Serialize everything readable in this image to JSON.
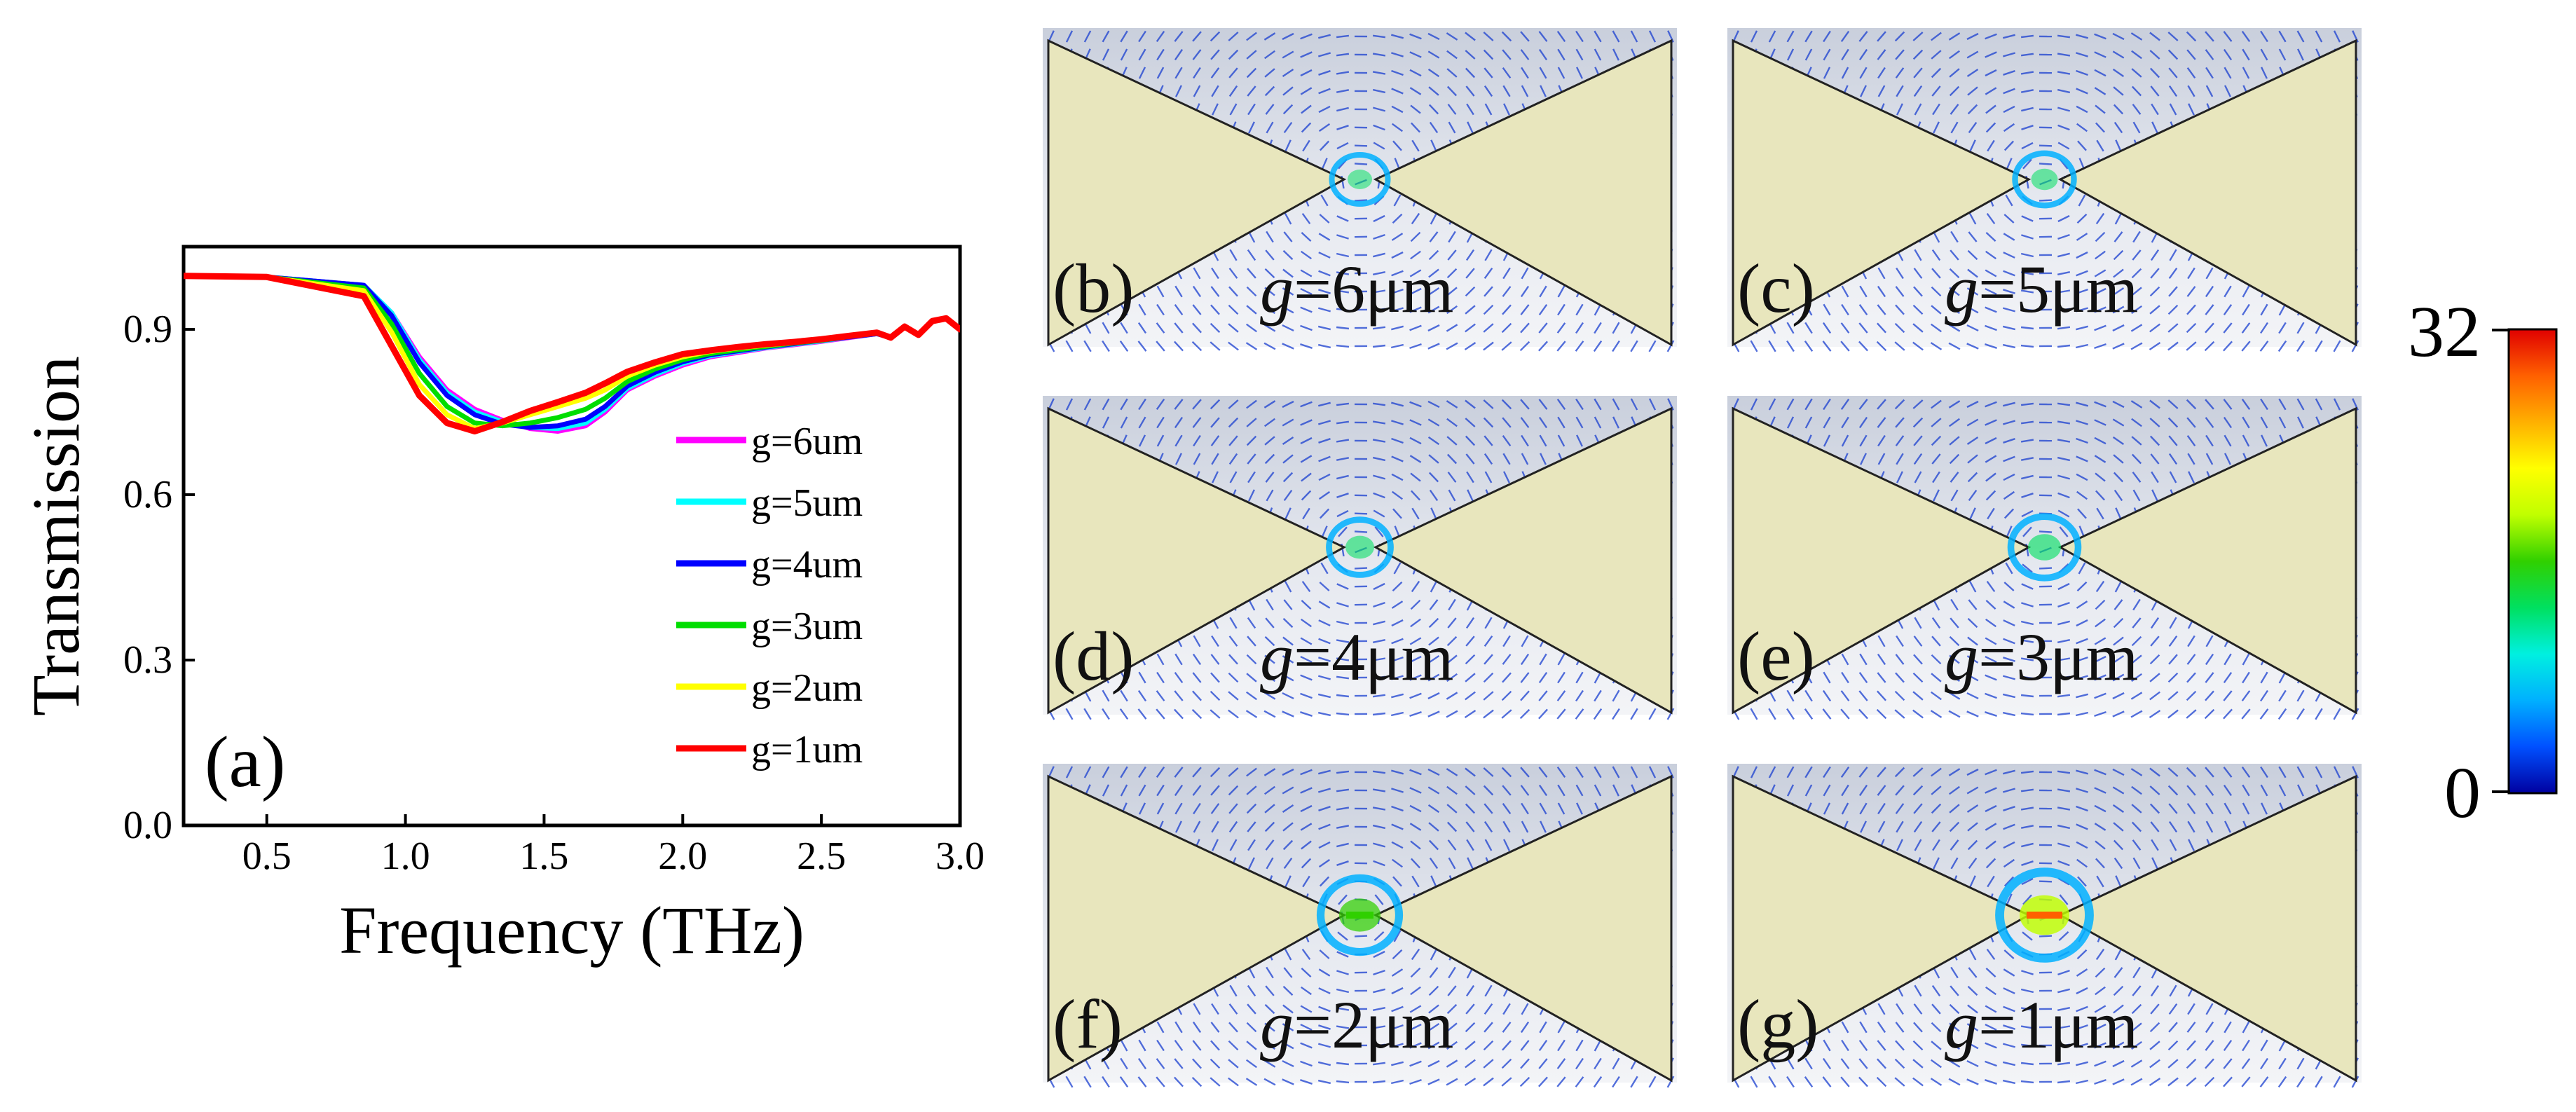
{
  "chart_data": [
    {
      "type": "line",
      "panel_label": "(a)",
      "xlabel": "Frequency (THz)",
      "ylabel": "Transmission",
      "xlim": [
        0.2,
        3.0
      ],
      "ylim": [
        0.0,
        1.05
      ],
      "xticks": [
        0.5,
        1.0,
        1.5,
        2.0,
        2.5,
        3.0
      ],
      "xtick_labels": [
        "0.5",
        "1.0",
        "1.5",
        "2.0",
        "2.5",
        "3.0"
      ],
      "yticks": [
        0.0,
        0.3,
        0.6,
        0.9
      ],
      "ytick_labels": [
        "0.0",
        "0.3",
        "0.6",
        "0.9"
      ],
      "grid": false,
      "legend_position": "lower-right",
      "series": [
        {
          "name": "g=6um",
          "color": "#ff00ff",
          "x": [
            0.2,
            0.5,
            0.85,
            0.95,
            1.05,
            1.15,
            1.25,
            1.35,
            1.45,
            1.55,
            1.65,
            1.72,
            1.8,
            1.9,
            2.0,
            2.1,
            2.2,
            2.3,
            2.4,
            2.5,
            2.6,
            2.7,
            2.75,
            2.8,
            2.85,
            2.9,
            2.95,
            3.0
          ],
          "y": [
            0.997,
            0.995,
            0.98,
            0.93,
            0.85,
            0.79,
            0.755,
            0.735,
            0.72,
            0.715,
            0.725,
            0.75,
            0.79,
            0.815,
            0.835,
            0.85,
            0.858,
            0.866,
            0.872,
            0.878,
            0.885,
            0.892,
            0.885,
            0.905,
            0.89,
            0.915,
            0.92,
            0.9
          ]
        },
        {
          "name": "g=5um",
          "color": "#00ffff",
          "x": [
            0.2,
            0.5,
            0.85,
            0.95,
            1.05,
            1.15,
            1.25,
            1.35,
            1.45,
            1.55,
            1.65,
            1.72,
            1.8,
            1.9,
            2.0,
            2.1,
            2.2,
            2.3,
            2.4,
            2.5,
            2.6,
            2.7,
            2.75,
            2.8,
            2.85,
            2.9,
            2.95,
            3.0
          ],
          "y": [
            0.997,
            0.995,
            0.98,
            0.93,
            0.845,
            0.785,
            0.75,
            0.732,
            0.722,
            0.72,
            0.73,
            0.755,
            0.793,
            0.818,
            0.838,
            0.852,
            0.86,
            0.867,
            0.873,
            0.879,
            0.886,
            0.892,
            0.885,
            0.905,
            0.89,
            0.915,
            0.92,
            0.9
          ]
        },
        {
          "name": "g=4um",
          "color": "#0000ff",
          "x": [
            0.2,
            0.5,
            0.85,
            0.95,
            1.05,
            1.15,
            1.25,
            1.35,
            1.45,
            1.55,
            1.65,
            1.72,
            1.8,
            1.9,
            2.0,
            2.1,
            2.2,
            2.3,
            2.4,
            2.5,
            2.6,
            2.7,
            2.75,
            2.8,
            2.85,
            2.9,
            2.95,
            3.0
          ],
          "y": [
            0.997,
            0.995,
            0.98,
            0.925,
            0.84,
            0.78,
            0.745,
            0.728,
            0.722,
            0.725,
            0.737,
            0.76,
            0.797,
            0.822,
            0.841,
            0.854,
            0.861,
            0.868,
            0.874,
            0.88,
            0.886,
            0.892,
            0.885,
            0.905,
            0.89,
            0.915,
            0.92,
            0.9
          ]
        },
        {
          "name": "g=3um",
          "color": "#00dd00",
          "x": [
            0.2,
            0.5,
            0.85,
            0.95,
            1.05,
            1.15,
            1.25,
            1.35,
            1.45,
            1.55,
            1.65,
            1.72,
            1.8,
            1.9,
            2.0,
            2.1,
            2.2,
            2.3,
            2.4,
            2.5,
            2.6,
            2.7,
            2.75,
            2.8,
            2.85,
            2.9,
            2.95,
            3.0
          ],
          "y": [
            0.997,
            0.995,
            0.975,
            0.91,
            0.82,
            0.76,
            0.73,
            0.725,
            0.73,
            0.74,
            0.755,
            0.775,
            0.805,
            0.828,
            0.845,
            0.856,
            0.863,
            0.869,
            0.875,
            0.88,
            0.887,
            0.893,
            0.885,
            0.905,
            0.89,
            0.915,
            0.92,
            0.9
          ]
        },
        {
          "name": "g=2um",
          "color": "#ffff00",
          "x": [
            0.2,
            0.5,
            0.85,
            0.95,
            1.05,
            1.15,
            1.25,
            1.35,
            1.45,
            1.55,
            1.65,
            1.72,
            1.8,
            1.9,
            2.0,
            2.1,
            2.2,
            2.3,
            2.4,
            2.5,
            2.6,
            2.7,
            2.75,
            2.8,
            2.85,
            2.9,
            2.95,
            3.0
          ],
          "y": [
            0.997,
            0.995,
            0.97,
            0.895,
            0.8,
            0.745,
            0.72,
            0.73,
            0.745,
            0.76,
            0.775,
            0.79,
            0.815,
            0.835,
            0.85,
            0.86,
            0.866,
            0.871,
            0.876,
            0.881,
            0.887,
            0.893,
            0.885,
            0.905,
            0.89,
            0.915,
            0.92,
            0.9
          ]
        },
        {
          "name": "g=1um",
          "color": "#ff0000",
          "x": [
            0.2,
            0.5,
            0.85,
            0.95,
            1.05,
            1.15,
            1.25,
            1.35,
            1.45,
            1.55,
            1.65,
            1.72,
            1.8,
            1.9,
            2.0,
            2.1,
            2.2,
            2.3,
            2.4,
            2.5,
            2.6,
            2.7,
            2.75,
            2.8,
            2.85,
            2.9,
            2.95,
            3.0
          ],
          "y": [
            0.997,
            0.995,
            0.96,
            0.87,
            0.78,
            0.73,
            0.715,
            0.732,
            0.752,
            0.768,
            0.785,
            0.802,
            0.823,
            0.84,
            0.855,
            0.862,
            0.868,
            0.873,
            0.877,
            0.882,
            0.888,
            0.894,
            0.885,
            0.905,
            0.89,
            0.915,
            0.92,
            0.9
          ]
        }
      ]
    },
    {
      "type": "heatmap",
      "panels": [
        {
          "label": "(b)",
          "g": "6μm",
          "hotspot": 0.25
        },
        {
          "label": "(c)",
          "g": "5μm",
          "hotspot": 0.3
        },
        {
          "label": "(d)",
          "g": "4μm",
          "hotspot": 0.35
        },
        {
          "label": "(e)",
          "g": "3μm",
          "hotspot": 0.45
        },
        {
          "label": "(f)",
          "g": "2μm",
          "hotspot": 0.65
        },
        {
          "label": "(g)",
          "g": "1μm",
          "hotspot": 0.85
        }
      ],
      "g_prefix": "g",
      "g_equals": "=",
      "colorbar": {
        "min": 0,
        "max": 32,
        "min_label": "0",
        "max_label": "32",
        "colors": [
          "#0000a0",
          "#0050ff",
          "#00b0ff",
          "#00f0e0",
          "#00e060",
          "#30d000",
          "#c0ff00",
          "#ffff00",
          "#ffb000",
          "#ff6000",
          "#e00000"
        ]
      },
      "colors": {
        "background": "#dfe3ec",
        "electrode_fill": "#e8e6bd",
        "electrode_stroke": "#222222",
        "arrow": "#1a3fd0"
      }
    }
  ]
}
